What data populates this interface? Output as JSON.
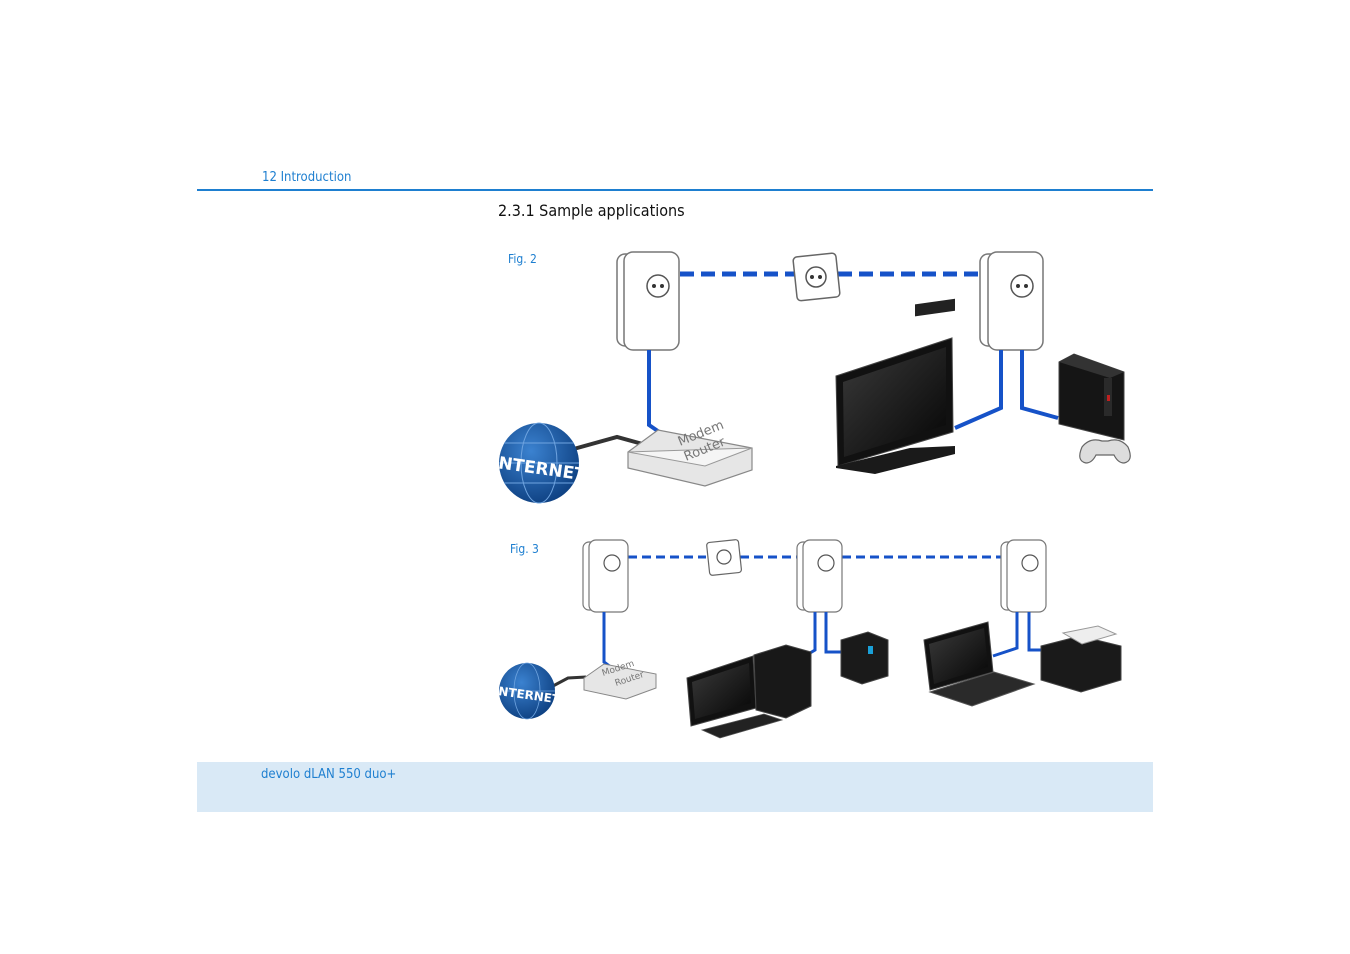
{
  "header": {
    "page_label": "12 Introduction"
  },
  "section": {
    "title": "2.3.1  Sample applications"
  },
  "figures": [
    {
      "label": "Fig. 2",
      "internet_text": "INTERNET",
      "router_text_1": "Modem",
      "router_text_2": "Router"
    },
    {
      "label": "Fig. 3",
      "internet_text": "INTERNET",
      "router_text_1": "Modem",
      "router_text_2": "Router"
    }
  ],
  "footer": {
    "product": "devolo dLAN 550 duo+"
  },
  "colors": {
    "accent": "#1e7fd0",
    "line": "#1652c8",
    "globe": "#1a5aa0",
    "footer_bg": "#d9e9f6"
  }
}
